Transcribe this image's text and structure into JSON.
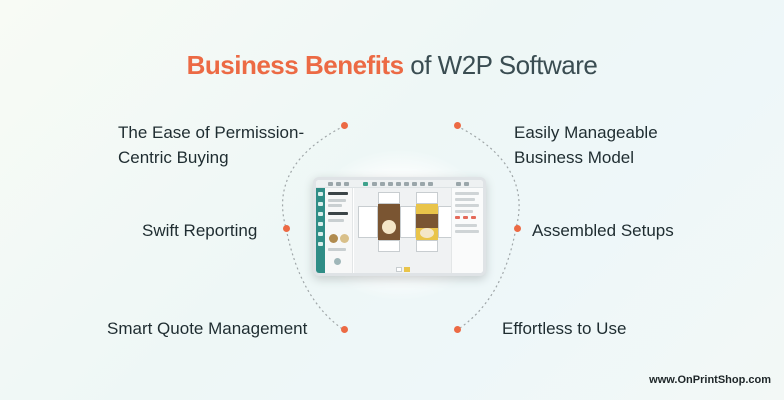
{
  "title": {
    "highlight": "Business Benefits",
    "rest": " of W2P Software"
  },
  "colors": {
    "accent": "#ec6a44",
    "text": "#1f2d31",
    "teal": "#2f8d86"
  },
  "benefits": {
    "left": [
      {
        "line1": "The Ease of Permission-",
        "line2": "Centric Buying"
      },
      {
        "line1": "Swift Reporting"
      },
      {
        "line1": "Smart Quote Management"
      }
    ],
    "right": [
      {
        "line1": "Easily Manageable",
        "line2": "Business Model"
      },
      {
        "line1": "Assembled Setups"
      },
      {
        "line1": "Effortless to Use"
      }
    ]
  },
  "illustration": {
    "icon": "laptop-editor-illustration"
  },
  "footer": {
    "website": "www.OnPrintShop.com"
  }
}
